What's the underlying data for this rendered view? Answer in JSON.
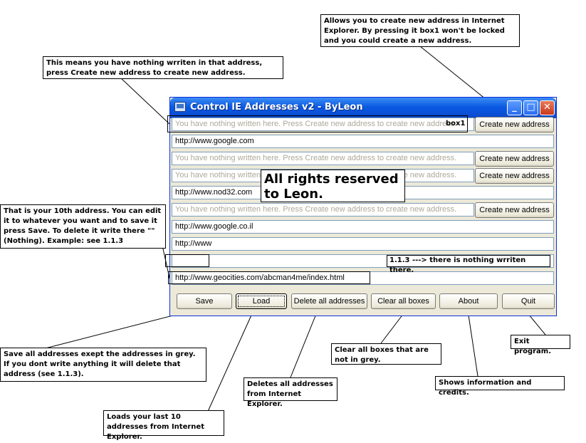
{
  "window": {
    "title": "Control IE Addresses v2 - ByLeon",
    "min_glyph": "_",
    "max_glyph": "□",
    "close_glyph": "✕"
  },
  "fields": [
    {
      "value": "You have nothing written here. Press Create new address to create new address.",
      "grey": true
    },
    {
      "value": "http://www.google.com",
      "grey": false
    },
    {
      "value": "You have nothing written here. Press Create new address to create new address.",
      "grey": true
    },
    {
      "value": "You have nothing written here. Press Create new address to create new address.",
      "grey": true
    },
    {
      "value": "http://www.nod32.com",
      "grey": false
    },
    {
      "value": "You have nothing written here. Press Create new address to create new address.",
      "grey": true
    },
    {
      "value": "http://www.google.co.il",
      "grey": false
    },
    {
      "value": "http://www",
      "grey": false
    },
    {
      "value": "",
      "grey": false
    },
    {
      "value": "http://www.geocities.com/abcman4me/index.html",
      "grey": false
    }
  ],
  "create_button_label": "Create new address",
  "bottom_buttons": {
    "save": "Save",
    "load": "Load",
    "delete_all": "Delete all addresses",
    "clear_all": "Clear all boxes",
    "about": "About",
    "quit": "Quit"
  },
  "overlays": {
    "rights": "All rights reserved to Leon.",
    "box1": "box1",
    "note_113": "1.1.3 ---> there is nothing wrriten there."
  },
  "notes": {
    "create_new": "Allows you to create new address in Internet Explorer. By pressing it box1 won't be locked and you could create a new address.",
    "nothing_written": "This means you have nothing wrriten in that address, press Create new address to create new address.",
    "tenth_address": "That is your 10th address. You can edit it to whatever you want and to save it press Save. To delete it write there \"\"(Nothing). Example: see 1.1.3",
    "save": "Save all addresses exept the addresses in grey. If you dont write anything it will delete that address (see 1.1.3).",
    "load": "Loads your last 10 addresses from Internet Explorer.",
    "delete_all": "Deletes all addresses from Internet Explorer.",
    "clear_all": "Clear all boxes that are not in grey.",
    "about": "Shows information and credits.",
    "quit": "Exit program."
  },
  "colors": {
    "titlebar": "#0a5ae3",
    "greyed_text": "#aca899",
    "window_bg": "#ece9d8"
  }
}
